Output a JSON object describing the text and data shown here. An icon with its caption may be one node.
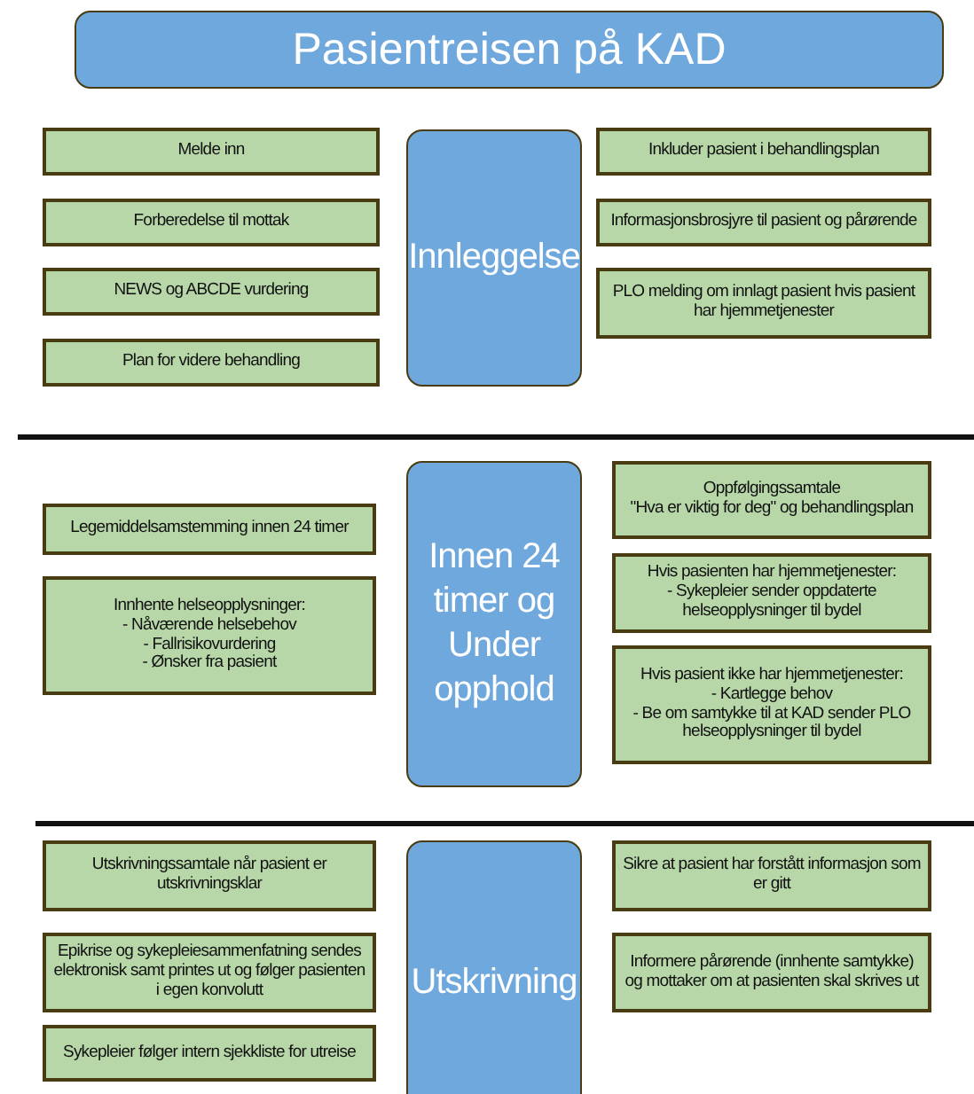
{
  "diagram": {
    "title": "Pasientreisen på KAD",
    "nodes": [
      {
        "text": [
          "Melde inn"
        ]
      },
      {
        "text": [
          "Forberedelse til mottak"
        ]
      },
      {
        "text": [
          "NEWS og ABCDE vurdering"
        ]
      },
      {
        "text": [
          "Plan for videre behandling"
        ]
      },
      {
        "text": [
          "Innleggelse"
        ]
      },
      {
        "text": [
          "Inkluder pasient i behandlingsplan"
        ]
      },
      {
        "text": [
          "Informasjonsbrosjyre til pasient og pårørende"
        ]
      },
      {
        "text": [
          "PLO melding om innlagt pasient hvis pasient har hjemmetjenester"
        ]
      },
      {
        "text": [
          "Legemiddelsamstemming innen 24 timer"
        ]
      },
      {
        "text": [
          "Innhente helseopplysninger:",
          "- Nåværende helsebehov",
          "- Fallrisikovurdering",
          "- Ønsker fra pasient"
        ]
      },
      {
        "text": [
          "Innen 24 timer og Under opphold"
        ]
      },
      {
        "text": [
          "Oppfølgingssamtale",
          "\"Hva er viktig for deg\" og behandlingsplan"
        ]
      },
      {
        "text": [
          "Hvis pasienten har hjemmetjenester:",
          "- Sykepleier sender oppdaterte helseopplysninger til bydel"
        ]
      },
      {
        "text": [
          "Hvis pasient ikke har hjemmetjenester:",
          "- Kartlegge behov",
          "- Be om samtykke til at KAD sender PLO helseopplysninger til bydel"
        ]
      },
      {
        "text": [
          "Utskrivningssamtale når pasient er utskrivningsklar"
        ]
      },
      {
        "text": [
          "Epikrise og sykepleiesammenfatning sendes elektronisk samt printes ut og følger pasienten i egen konvolutt"
        ]
      },
      {
        "text": [
          "Sykepleier følger intern sjekkliste for utreise"
        ]
      },
      {
        "text": [
          "Utskrivning"
        ]
      },
      {
        "text": [
          "Sikre at pasient har forstått informasjon som er gitt"
        ]
      },
      {
        "text": [
          "Informere pårørende (innhente samtykke) og mottaker om at pasienten skal skrives ut"
        ]
      }
    ],
    "edges": []
  }
}
